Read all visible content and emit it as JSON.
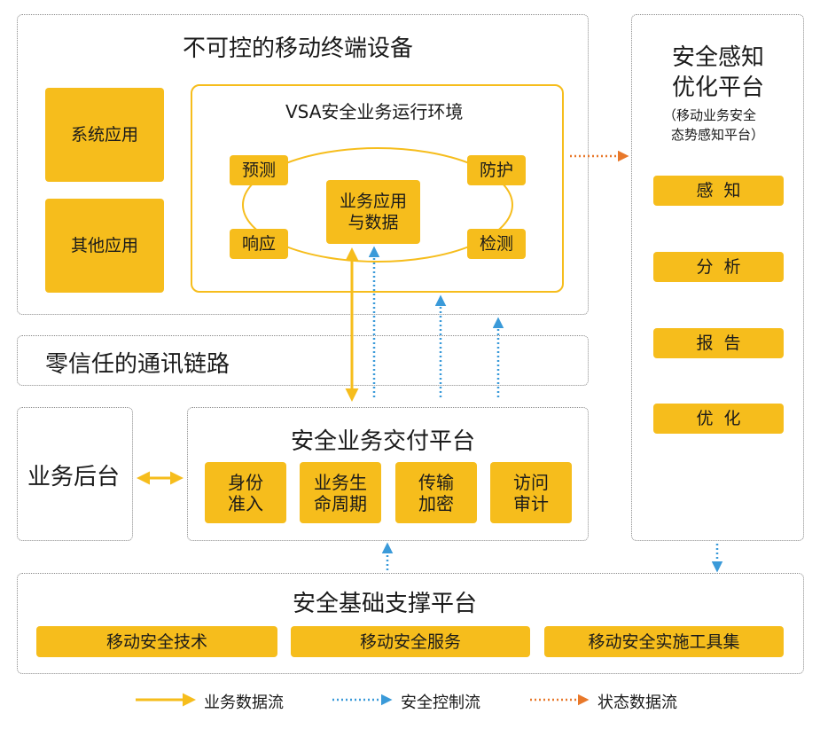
{
  "colors": {
    "accent": "#f6bd1c",
    "business_flow": "#f6bd1c",
    "control_flow": "#3a9ad9",
    "status_flow": "#e8782a"
  },
  "terminal": {
    "title": "不可控的移动终端设备",
    "system_app": "系统应用",
    "other_app": "其他应用",
    "vsa": {
      "title": "VSA安全业务运行环境",
      "predict": "预测",
      "protect": "防护",
      "respond": "响应",
      "detect": "检测",
      "core_line1": "业务应用",
      "core_line2": "与数据"
    }
  },
  "zero_trust": {
    "title": "零信任的通讯链路"
  },
  "backend": {
    "title": "业务后台"
  },
  "delivery": {
    "title": "安全业务交付平台",
    "items": [
      {
        "line1": "身份",
        "line2": "准入"
      },
      {
        "line1": "业务生",
        "line2": "命周期"
      },
      {
        "line1": "传输",
        "line2": "加密"
      },
      {
        "line1": "访问",
        "line2": "审计"
      }
    ]
  },
  "awareness": {
    "title_line1": "安全感知",
    "title_line2": "优化平台",
    "subtitle_line1": "（移动业务安全",
    "subtitle_line2": "态势感知平台）",
    "items": [
      "感知",
      "分析",
      "报告",
      "优化"
    ]
  },
  "foundation": {
    "title": "安全基础支撑平台",
    "items": [
      "移动安全技术",
      "移动安全服务",
      "移动安全实施工具集"
    ]
  },
  "legend": {
    "business": "业务数据流",
    "control": "安全控制流",
    "status": "状态数据流"
  }
}
